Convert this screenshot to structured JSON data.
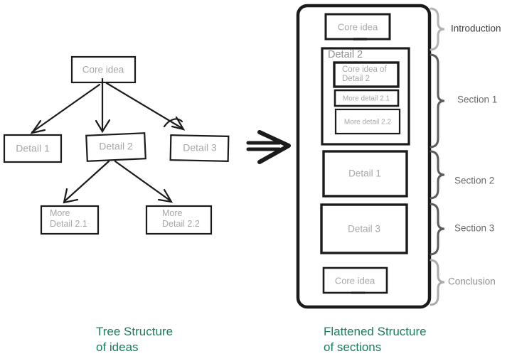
{
  "captions": {
    "left": [
      "Tree Structure",
      "of ideas"
    ],
    "right": [
      "Flattened Structure",
      "of sections"
    ]
  },
  "tree": {
    "core_idea": "Core idea",
    "detail_1": "Detail 1",
    "detail_2": "Detail 2",
    "detail_3": "Detail 3",
    "more_detail_2_1": [
      "More",
      "Detail 2.1"
    ],
    "more_detail_2_2": [
      "More",
      "Detail 2.2"
    ]
  },
  "flattened": {
    "intro_core_idea": "Core idea",
    "detail_2_section": {
      "label": "Detail 2",
      "core_idea_of_detail_2": [
        "Core idea of",
        "Detail 2"
      ],
      "more_detail_2_1": "More detail 2.1",
      "more_detail_2_2": "More detail 2.2"
    },
    "detail_1": "Detail 1",
    "detail_3": "Detail 3",
    "conclusion_core_idea": "Core idea"
  },
  "annotations": {
    "introduction": "Introduction",
    "section_1": "Section 1",
    "section_2": "Section 2",
    "section_3": "Section 3",
    "conclusion": "Conclusion"
  },
  "colors": {
    "ink": "#1b1b1b",
    "box_text_gray": "#a7a7a7",
    "caption_green": "#177f5e",
    "brace_gray_light": "#b2b2b2",
    "brace_gray_dark": "#5c5c5c",
    "annotation_dark": "#3f3f3f",
    "annotation_gray": "#686868",
    "annotation_light": "#8f8f8f"
  }
}
